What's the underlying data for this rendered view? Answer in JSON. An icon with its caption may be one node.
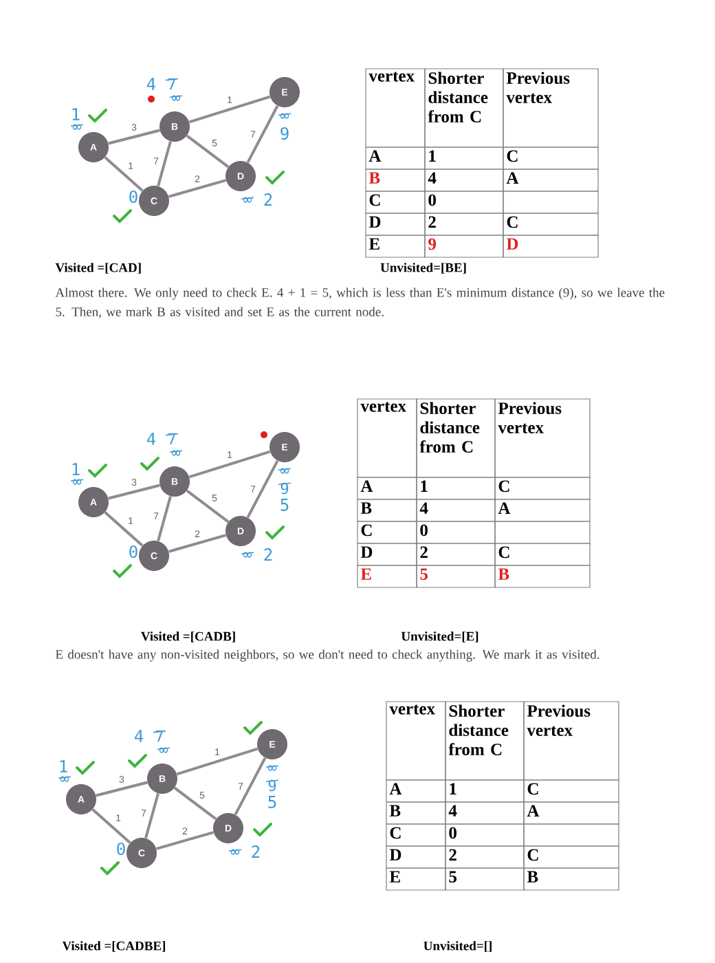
{
  "diagram": {
    "nodes": [
      {
        "text": [
          "A"
        ],
        "beside": [
          "∞",
          "1"
        ]
      },
      {
        "text": [
          "B"
        ],
        "beside": [
          "∞",
          "7",
          "4"
        ]
      },
      {
        "text": [
          "C"
        ],
        "beside": [
          "0"
        ]
      },
      {
        "text": [
          "D"
        ],
        "beside": [
          "∞",
          "2"
        ]
      },
      {
        "text": [
          "E"
        ],
        "beside": [
          "∞",
          "9"
        ]
      },
      {
        "text": [
          "A"
        ],
        "beside": [
          "∞",
          "1"
        ]
      },
      {
        "text": [
          "B"
        ],
        "beside": [
          "∞",
          "7",
          "4"
        ]
      },
      {
        "text": [
          "C"
        ],
        "beside": [
          "0"
        ]
      },
      {
        "text": [
          "D"
        ],
        "beside": [
          "∞",
          "2"
        ]
      },
      {
        "text": [
          "E"
        ],
        "beside": [
          "∞",
          "9",
          "5"
        ]
      },
      {
        "text": [
          "A"
        ],
        "beside": [
          "∞",
          "1"
        ]
      },
      {
        "text": [
          "B"
        ],
        "beside": [
          "∞",
          "7",
          "4"
        ]
      },
      {
        "text": [
          "C"
        ],
        "beside": [
          "0"
        ]
      },
      {
        "text": [
          "D"
        ],
        "beside": [
          "∞",
          "2"
        ]
      },
      {
        "text": [
          "E"
        ],
        "beside": [
          "∞",
          "9",
          "5"
        ]
      }
    ],
    "edges": [
      {
        "from": 0,
        "to": 1,
        "arrow": "none",
        "label": "3"
      },
      {
        "from": 0,
        "to": 2,
        "arrow": "none",
        "label": "1"
      },
      {
        "from": 1,
        "to": 2,
        "arrow": "none",
        "label": "7"
      },
      {
        "from": 1,
        "to": 4,
        "arrow": "none",
        "label": "1"
      },
      {
        "from": 1,
        "to": 3,
        "arrow": "none",
        "label": "5"
      },
      {
        "from": 2,
        "to": 3,
        "arrow": "none",
        "label": "2"
      },
      {
        "from": 3,
        "to": 4,
        "arrow": "none",
        "label": "7"
      },
      {
        "from": 5,
        "to": 6,
        "arrow": "none",
        "label": "3"
      },
      {
        "from": 5,
        "to": 7,
        "arrow": "none",
        "label": "1"
      },
      {
        "from": 6,
        "to": 7,
        "arrow": "none",
        "label": "7"
      },
      {
        "from": 6,
        "to": 9,
        "arrow": "none",
        "label": "1"
      },
      {
        "from": 6,
        "to": 8,
        "arrow": "none",
        "label": "5"
      },
      {
        "from": 7,
        "to": 8,
        "arrow": "none",
        "label": "2"
      },
      {
        "from": 8,
        "to": 9,
        "arrow": "none",
        "label": "7"
      },
      {
        "from": 10,
        "to": 11,
        "arrow": "none",
        "label": "3"
      },
      {
        "from": 10,
        "to": 12,
        "arrow": "none",
        "label": "1"
      },
      {
        "from": 11,
        "to": 12,
        "arrow": "none",
        "label": "7"
      },
      {
        "from": 11,
        "to": 14,
        "arrow": "none",
        "label": "1"
      },
      {
        "from": 11,
        "to": 13,
        "arrow": "none",
        "label": "5"
      },
      {
        "from": 12,
        "to": 13,
        "arrow": "none",
        "label": "2"
      },
      {
        "from": 13,
        "to": 14,
        "arrow": "none",
        "label": "7"
      }
    ],
    "labels": [
      "vertex",
      "Shorter distance from C",
      "Previous vertex",
      "A",
      "1",
      "C",
      "B",
      "4",
      "A",
      "C",
      "0",
      "D",
      "2",
      "C",
      "E",
      "9",
      "D",
      "Visited =[CAD]",
      "Unvisited=[BE]",
      "Almost there. We only need to check E. 4 + 1 = 5, which is less than E's minimum distance (9), so we leave the 5. Then, we mark B as visited and set E as the current node.",
      "vertex",
      "Shorter distance from C",
      "Previous vertex",
      "A",
      "1",
      "C",
      "B",
      "4",
      "A",
      "C",
      "0",
      "D",
      "2",
      "C",
      "E",
      "5",
      "B",
      "Visited =[CADB]",
      "Unvisited=[E]",
      "E doesn't have any non-visited neighbors, so we don't need to check anything. We mark it as visited.",
      "vertex",
      "Shorter distance from C",
      "Previous vertex",
      "A",
      "1",
      "C",
      "B",
      "4",
      "A",
      "C",
      "0",
      "D",
      "2",
      "C",
      "E",
      "5",
      "B",
      "Visited =[CADBE]",
      "Unvisited=[]"
    ]
  }
}
